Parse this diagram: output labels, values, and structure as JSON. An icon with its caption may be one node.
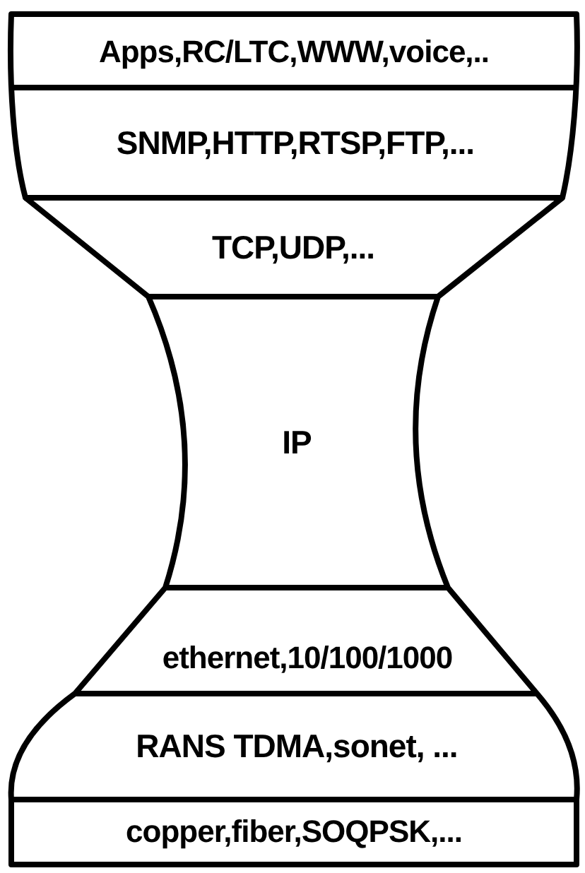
{
  "diagram": {
    "nodes": [
      {
        "text": [
          "Apps,RC/LTC,WWW,voice,.."
        ]
      },
      {
        "text": [
          "SNMP,HTTP,RTSP,FTP,..."
        ]
      },
      {
        "text": [
          "TCP,UDP,..."
        ]
      },
      {
        "text": [
          "IP"
        ]
      },
      {
        "text": [
          "ethernet,10/100/1000"
        ]
      },
      {
        "text": [
          "RANS TDMA,sonet, ..."
        ]
      },
      {
        "text": [
          "copper,fiber,SOQPSK,..."
        ]
      }
    ]
  }
}
